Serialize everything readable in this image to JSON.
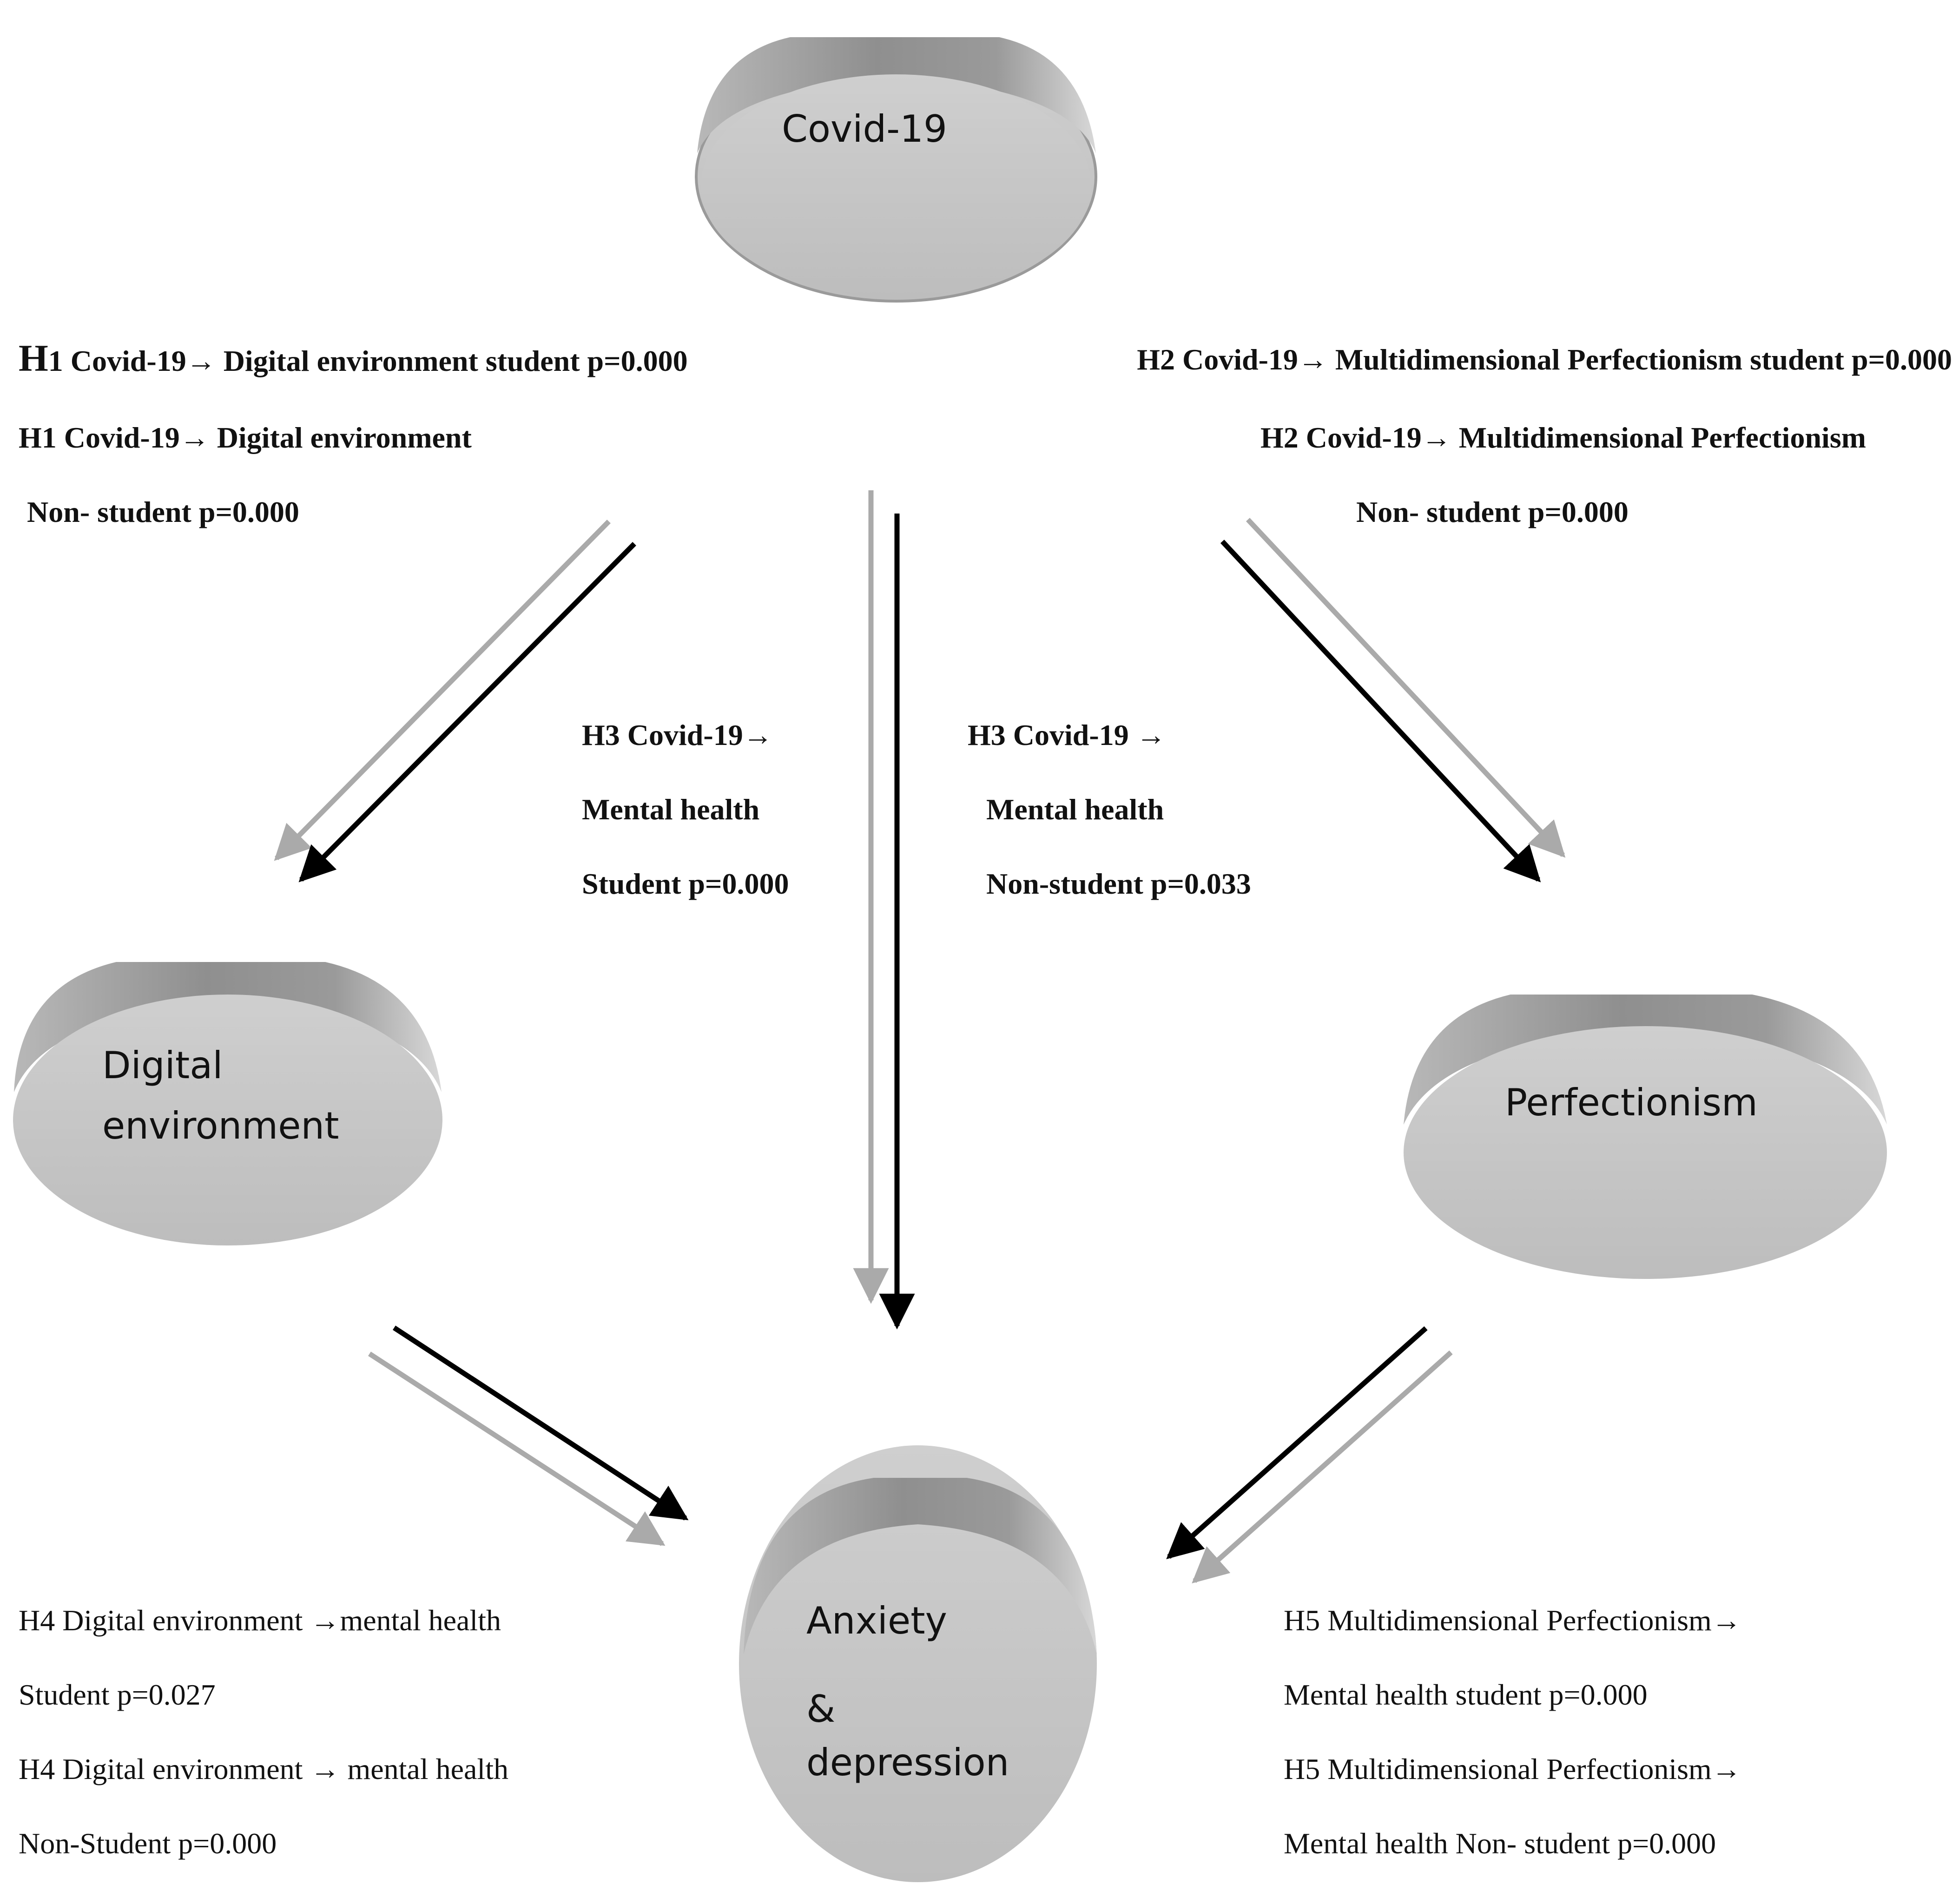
{
  "nodes": {
    "covid": {
      "label": "Covid-19"
    },
    "digital": {
      "label_line1": "Digital",
      "label_line2": "environment"
    },
    "perfectionism": {
      "label": "Perfectionism"
    },
    "anxiety": {
      "label_line1": "Anxiety",
      "label_line2": "&",
      "label_line3": "depression"
    }
  },
  "colors": {
    "arrow_student": "#000000",
    "arrow_non_student": "#aaaaaa",
    "node_fill": "#c4c4c4",
    "node_rim": "#8a8a8a"
  },
  "hypotheses": {
    "h1": {
      "line1_prefix": "H",
      "line1_rest": "1 Covid-19→ Digital environment student p=0.000",
      "line2": "H1 Covid-19→ Digital environment",
      "line3": "Non- student p=0.000"
    },
    "h2": {
      "line1": "H2 Covid-19→ Multidimensional Perfectionism student p=0.000",
      "line2": "H2 Covid-19→ Multidimensional Perfectionism",
      "line3": "Non- student p=0.000"
    },
    "h3_student": {
      "line1": "H3 Covid-19→",
      "line2": "Mental health",
      "line3": "Student p=0.000"
    },
    "h3_non_student": {
      "line1": "H3 Covid-19 →",
      "line2": "Mental health",
      "line3": "Non-student p=0.033"
    },
    "h4": {
      "line1": "H4 Digital environment →mental health",
      "line2": "Student p=0.027",
      "line3": "H4 Digital environment → mental health",
      "line4": "Non-Student p=0.000"
    },
    "h5": {
      "line1": "H5 Multidimensional Perfectionism→",
      "line2": "Mental health student p=0.000",
      "line3": "H5 Multidimensional Perfectionism→",
      "line4": "Mental health Non- student p=0.000"
    }
  }
}
